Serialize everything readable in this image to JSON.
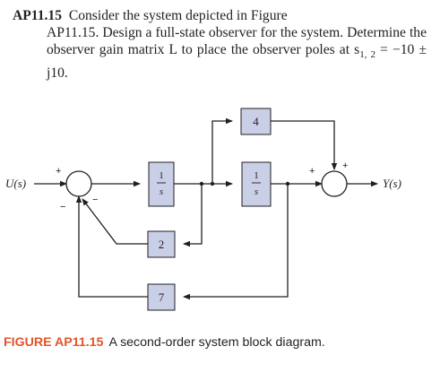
{
  "problem": {
    "label": "AP11.15",
    "text_line1": "Consider the system depicted in Figure",
    "text_rest": "AP11.15. Design a full-state observer for the system. Determine the observer gain matrix L to place the observer poles at s",
    "subscript": "1, 2",
    "equation_tail": " = −10 ± j10."
  },
  "diagram": {
    "input_label": "U(s)",
    "output_label": "Y(s)",
    "integrator_num": "1",
    "integrator_den": "s",
    "gain_top": "4",
    "gain_mid": "2",
    "gain_bottom": "7",
    "sum1_signs": {
      "top": "+",
      "bottom": "−",
      "left_bottom": "−"
    },
    "sum2_signs": {
      "left": "+",
      "top": "+"
    },
    "colors": {
      "block_fill": "#c9cfe6",
      "line": "#231f20"
    }
  },
  "caption": {
    "figure_label": "FIGURE AP11.15",
    "text": "A second-order system block diagram."
  }
}
